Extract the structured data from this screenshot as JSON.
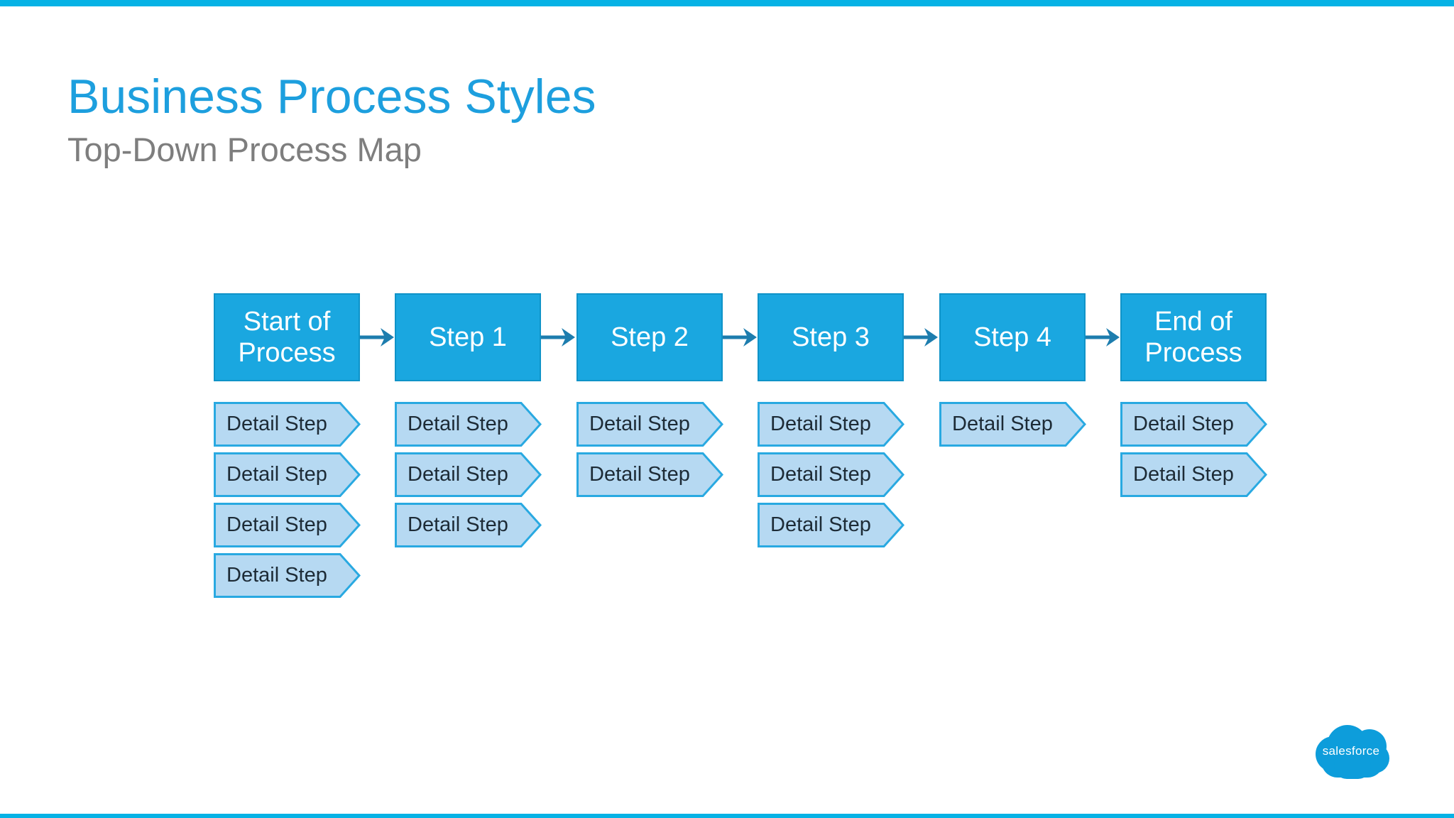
{
  "slide": {
    "title": "Business Process Styles",
    "subtitle": "Top-Down Process Map"
  },
  "process": {
    "steps": [
      {
        "label": "Start of Process",
        "details": [
          "Detail Step",
          "Detail Step",
          "Detail Step",
          "Detail Step"
        ]
      },
      {
        "label": "Step 1",
        "details": [
          "Detail Step",
          "Detail Step",
          "Detail Step"
        ]
      },
      {
        "label": "Step 2",
        "details": [
          "Detail Step",
          "Detail Step"
        ]
      },
      {
        "label": "Step 3",
        "details": [
          "Detail Step",
          "Detail Step",
          "Detail Step"
        ]
      },
      {
        "label": "Step 4",
        "details": [
          "Detail Step"
        ]
      },
      {
        "label": "End of Process",
        "details": [
          "Detail Step",
          "Detail Step"
        ]
      }
    ]
  },
  "logo": {
    "wordmark": "salesforce",
    "icon": "salesforce-cloud-icon"
  },
  "colors": {
    "accent_bar": "#06B2E5",
    "title": "#1D9FDE",
    "subtitle": "#7E7E7E",
    "step_fill": "#1AA7E0",
    "step_border": "#0F93C8",
    "step_text": "#FFFFFF",
    "detail_fill": "#B6D9F2",
    "detail_border": "#29A9E1",
    "detail_text": "#1D2B36",
    "arrow": "#1D7DAE",
    "logo_cloud": "#0D9DDB"
  }
}
